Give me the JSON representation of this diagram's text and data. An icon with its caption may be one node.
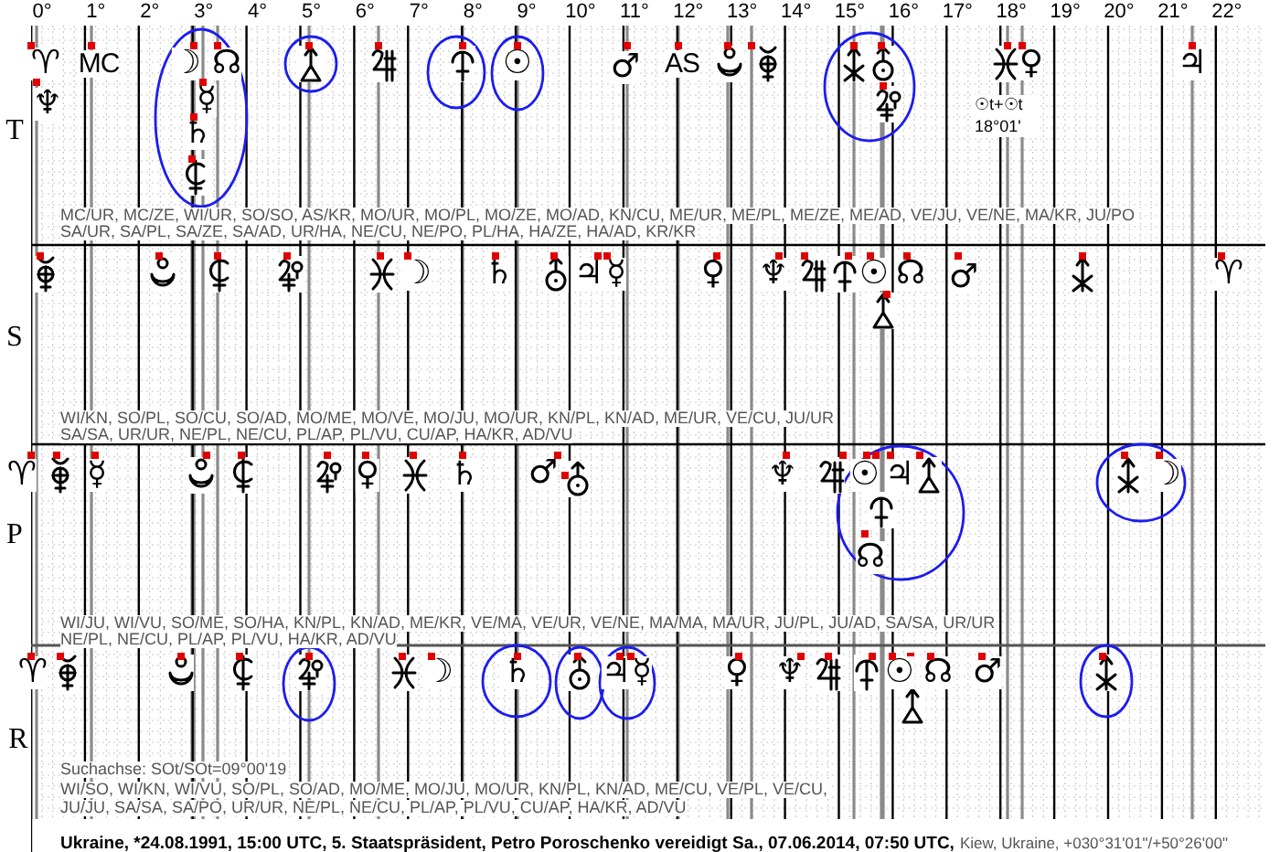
{
  "diagram": {
    "labels": [
      "0°",
      "1°",
      "2°",
      "3°",
      "4°",
      "5°",
      "6°",
      "7°",
      "8°",
      "9°",
      "10°",
      "11°",
      "12°",
      "13°",
      "14°",
      "15°",
      "16°",
      "17°",
      "18°",
      "19°",
      "20°",
      "21°",
      "22°",
      "T",
      "♈",
      "MC",
      "☽",
      "☊",
      "☉",
      "♂",
      "AS",
      "♀",
      "♃",
      "♆",
      "☿",
      "☉t+☉t 18°01'",
      "♄",
      "MC/UR, MC/ZE, WI/UR, SO/SO, AS/KR, MO/UR, MO/PL, MO/ZE, MO/AD, KN/CU, ME/UR, ME/PL, ME/ZE, ME/AD, VE/JU, VE/NE, MA/KR, JU/PO",
      "SA/UR, SA/PL, SA/ZE, SA/AD, UR/HA, NE/CU, NE/PO, PL/HA, HA/ZE, HA/AD, KR/KR",
      "S",
      "☽",
      "♄",
      "♃",
      "☿",
      "♀",
      "♆",
      "☉",
      "☊",
      "♂",
      "♈",
      "WI/KN, SO/PL, SO/CU, SO/AD, MO/ME, MO/VE, MO/JU, MO/UR, KN/PL, KN/AD, ME/UR, VE/CU, JU/UR",
      "SA/SA, UR/UR, NE/PL, NE/CU, PL/AP, PL/VU, CU/AP, HA/KR, AD/VU",
      "P",
      "♈",
      "☿",
      "♀",
      "♄",
      "♂",
      "♆",
      "☉",
      "♃",
      "☽",
      "☊",
      "WI/JU, WI/VU, SO/ME, SO/HA, KN/PL, KN/AD, ME/KR, VE/MA, VE/UR, VE/NE, MA/MA, MA/UR, JU/PL, JU/AD, SA/SA, UR/UR",
      "NE/PL, NE/CU, PL/AP, PL/VU, HA/KR, AD/VU",
      "R",
      "♈",
      "☽",
      "♄",
      "♃",
      "☿",
      "♀",
      "♆",
      "☉",
      "☊",
      "♂",
      "Suchachse: SOt/SOt=09°00'19",
      "WI/SO, WI/KN, WI/VU, SO/PL, SO/AD, MO/ME, MO/JU, MO/UR, KN/PL, KN/AD, ME/CU, VE/PL, VE/CU,",
      "JU/JU, SA/SA, SA/PO, UR/UR, NE/PL, NE/CU, PL/AP, PL/VU, CU/AP, HA/KR, AD/VU",
      "Ukraine, *24.08.1991, 15:00 UTC, 5. Staatspräsident, Petro Poroschenko vereidigt Sa., 07.06.2014, 07:50 UTC,",
      "Kiew, Ukraine, +030°31'01\"/+50°26'00\""
    ]
  }
}
